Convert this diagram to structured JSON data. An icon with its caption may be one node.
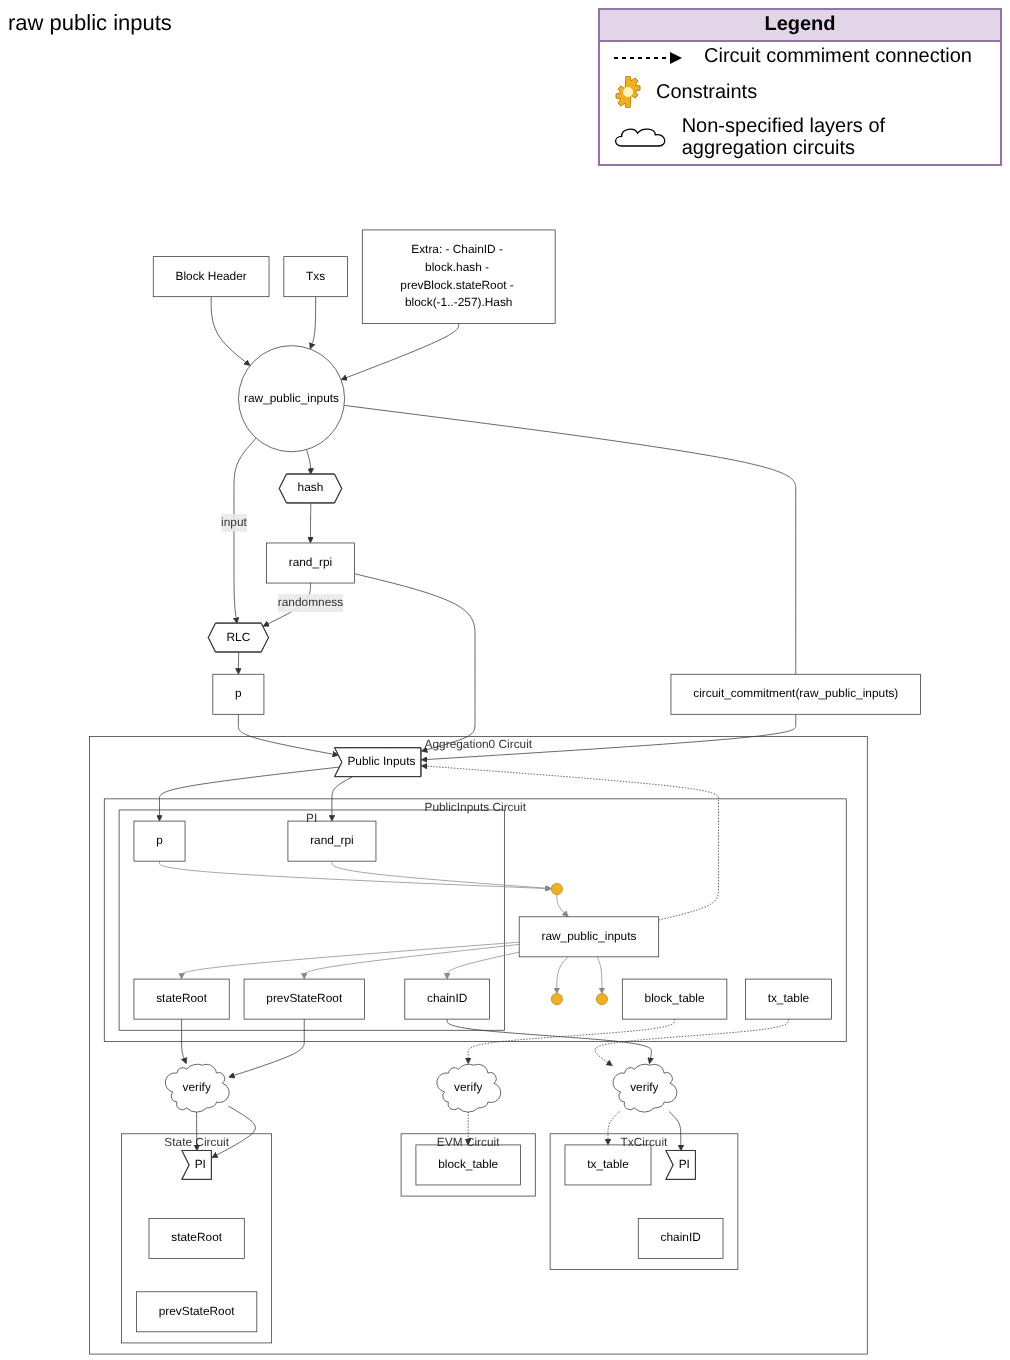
{
  "diagram": {
    "nodes": [
      {
        "text": [
          "Block Header"
        ]
      },
      {
        "text": [
          "Txs"
        ]
      },
      {
        "text": [
          "Extra: - ChainID - block.hash - prevBlock.stateRoot - block(-1..-257).Hash"
        ]
      },
      {
        "text": [
          "raw_public_inputs"
        ]
      },
      {
        "text": [
          "hash"
        ]
      },
      {
        "text": [
          "RLC"
        ]
      },
      {
        "text": [
          "rand_rpi"
        ]
      },
      {
        "text": [
          "p"
        ]
      },
      {
        "text": [
          "circuit_commitment(raw_public_inputs)"
        ]
      },
      {
        "text": [
          "Aggregation0 Circuit"
        ]
      },
      {
        "text": [
          "Public Inputs"
        ],
        "in": 9
      },
      {
        "text": [
          "PublicInputs Circuit"
        ],
        "in": 9
      },
      {
        "text": [
          "block_table"
        ],
        "in": 11
      },
      {
        "text": [
          "tx_table"
        ],
        "in": 11
      },
      {
        "text": [
          "raw_public_inputs"
        ],
        "in": 11
      },
      {
        "text": [
          "PI"
        ],
        "in": 11
      },
      {
        "text": [
          "p"
        ],
        "in": 15
      },
      {
        "text": [
          "rand_rpi"
        ],
        "in": 15
      },
      {
        "text": [
          "chainID"
        ],
        "in": 15
      },
      {
        "text": [
          "stateRoot"
        ],
        "in": 15
      },
      {
        "text": [
          "prevStateRoot"
        ],
        "in": 15
      },
      {
        "text": [],
        "shape": "gear",
        "in": 11
      },
      {
        "text": [],
        "shape": "gear",
        "in": 11
      },
      {
        "text": [],
        "shape": "gear",
        "in": 11
      },
      {
        "text": [
          "verify"
        ],
        "in": 9
      },
      {
        "text": [
          "verify"
        ],
        "in": 9
      },
      {
        "text": [
          "verify"
        ],
        "in": 9
      },
      {
        "text": [
          "EVM Circuit"
        ],
        "in": 9
      },
      {
        "text": [
          "block_table"
        ],
        "in": 27
      },
      {
        "text": [
          "TxCircuit"
        ],
        "in": 9
      },
      {
        "text": [
          "tx_table"
        ],
        "in": 29
      },
      {
        "text": [
          "PI"
        ],
        "in": 29
      },
      {
        "text": [
          "chainID"
        ],
        "in": 29
      },
      {
        "text": [
          "State Circuit"
        ],
        "in": 9
      },
      {
        "text": [
          "PI"
        ],
        "in": 33
      },
      {
        "text": [
          "stateRoot"
        ],
        "in": 33
      },
      {
        "text": [
          "prevStateRoot"
        ],
        "in": 33
      }
    ],
    "edges": [
      {
        "from": 0,
        "to": 3,
        "arrow": "to"
      },
      {
        "from": 1,
        "to": 3,
        "arrow": "to"
      },
      {
        "from": 2,
        "to": 3,
        "arrow": "to"
      },
      {
        "from": 3,
        "to": 4,
        "arrow": "to"
      },
      {
        "from": 3,
        "to": 8,
        "arrow": "none"
      },
      {
        "from": 3,
        "to": 5,
        "label": "input",
        "arrow": "to"
      },
      {
        "from": 4,
        "to": 6,
        "arrow": "to"
      },
      {
        "from": 6,
        "to": 5,
        "label": "randomness",
        "arrow": "to"
      },
      {
        "from": 5,
        "to": 7,
        "arrow": "to"
      },
      {
        "from": 7,
        "to": 10,
        "arrow": "to"
      },
      {
        "from": 6,
        "to": 10,
        "arrow": "to"
      },
      {
        "from": 8,
        "to": 10,
        "arrow": "to"
      },
      {
        "from": 10,
        "to": 16,
        "arrow": "to"
      },
      {
        "from": 10,
        "to": 17,
        "arrow": "to"
      },
      {
        "from": 14,
        "to": 10,
        "arrow": "to",
        "style": "dashed"
      },
      {
        "from": 14,
        "to": 21,
        "arrow": "to",
        "color": "#888888"
      },
      {
        "from": 14,
        "to": 22,
        "arrow": "to",
        "color": "#888888"
      },
      {
        "from": 16,
        "to": 23,
        "arrow": "to",
        "color": "#888888"
      },
      {
        "from": 17,
        "to": 23,
        "arrow": "to",
        "color": "#888888"
      },
      {
        "from": 23,
        "to": 14,
        "arrow": "to",
        "color": "#888888"
      },
      {
        "from": 14,
        "to": 18,
        "arrow": "to",
        "color": "#888888"
      },
      {
        "from": 14,
        "to": 19,
        "arrow": "to",
        "color": "#888888"
      },
      {
        "from": 14,
        "to": 20,
        "arrow": "to",
        "color": "#888888"
      },
      {
        "from": 12,
        "to": 24,
        "arrow": "to",
        "style": "dashed"
      },
      {
        "from": 13,
        "to": 25,
        "arrow": "to",
        "style": "dashed"
      },
      {
        "from": 18,
        "to": 25,
        "arrow": "to"
      },
      {
        "from": 19,
        "to": 26,
        "arrow": "to"
      },
      {
        "from": 20,
        "to": 26,
        "arrow": "to"
      },
      {
        "from": 24,
        "to": 28,
        "arrow": "to",
        "style": "dashed"
      },
      {
        "from": 25,
        "to": 30,
        "arrow": "to",
        "style": "dashed"
      },
      {
        "from": 25,
        "to": 31,
        "arrow": "to"
      },
      {
        "from": 26,
        "to": 34,
        "arrow": "to"
      },
      {
        "from": 26,
        "to": 34,
        "arrow": "to"
      }
    ],
    "labels": [
      "raw public inputs",
      "Legend"
    ],
    "legend": [
      {
        "text": "Circuit commiment connection"
      },
      {
        "text": "Constraints"
      },
      {
        "text": "Non-specified layers of aggregation circuits"
      }
    ]
  }
}
